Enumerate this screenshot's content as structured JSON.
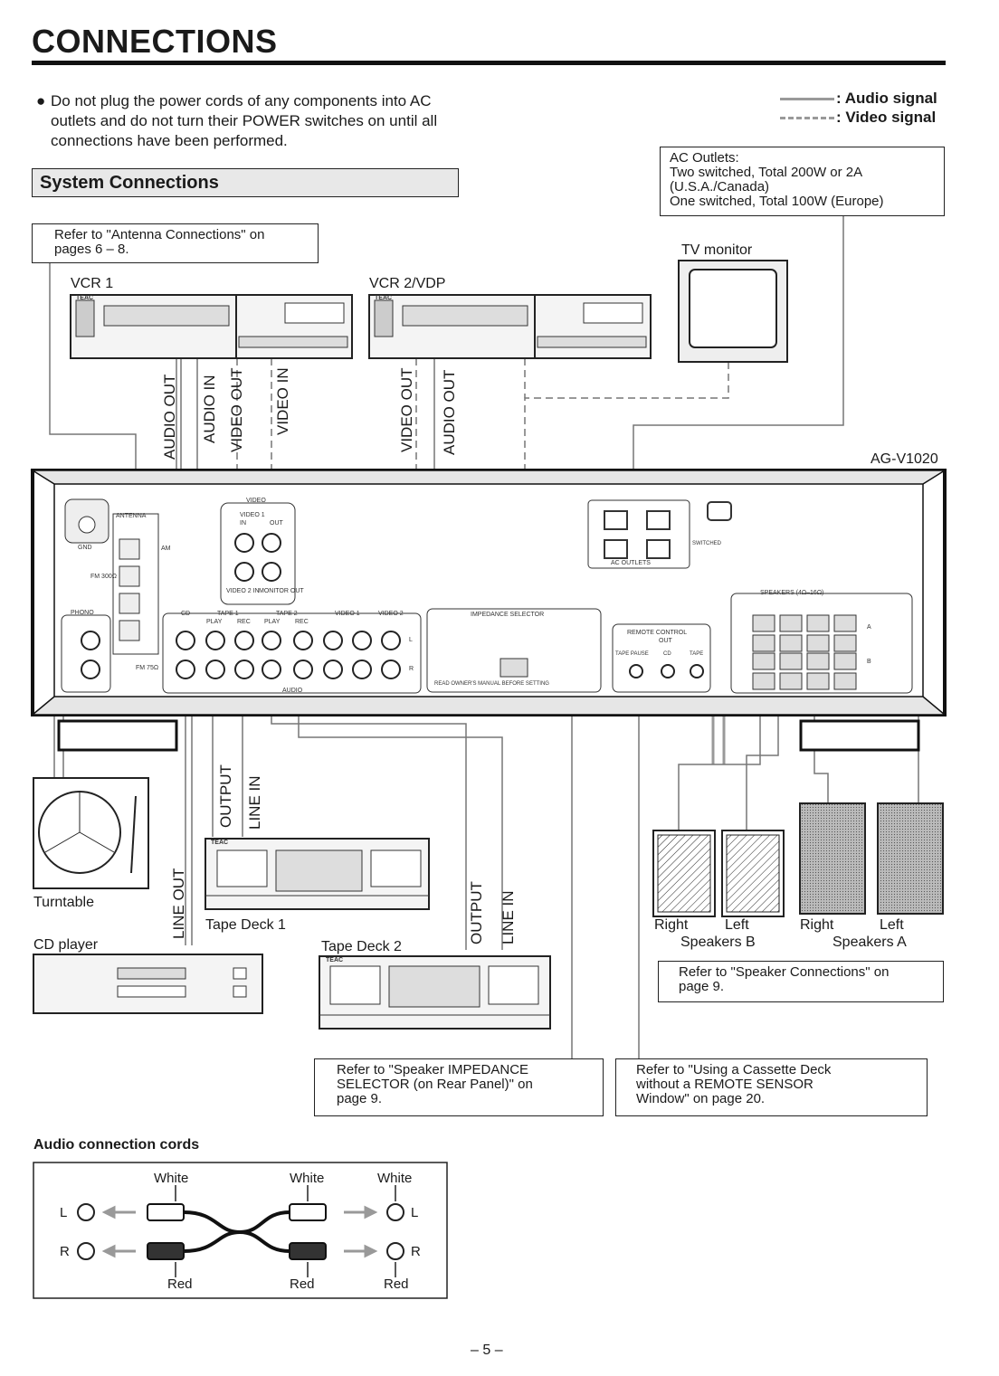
{
  "page": {
    "title": "CONNECTIONS",
    "page_number": "– 5 –"
  },
  "note": {
    "bullet": "●",
    "text": "Do not plug the power cords of any components into AC outlets and do not turn their POWER switches on until all connections have been performed."
  },
  "legend": {
    "audio": ": Audio signal",
    "video": ": Video signal"
  },
  "section_title": "System Connections",
  "callouts": {
    "ac_outlets": [
      "AC Outlets:",
      "Two switched, Total 200W or 2A",
      "(U.S.A./Canada)",
      "One switched, Total 100W (Europe)"
    ],
    "antenna": [
      "Refer to \"Antenna Connections\" on",
      "pages 6 – 8."
    ],
    "speaker_conn": [
      "Refer to \"Speaker Connections\" on",
      "page 9."
    ],
    "impedance": [
      "Refer to \"Speaker IMPEDANCE",
      "SELECTOR (on Rear Panel)\" on",
      "page 9."
    ],
    "cassette": [
      "Refer to \"Using a Cassette Deck",
      "without a REMOTE SENSOR",
      "Window\" on page 20."
    ]
  },
  "devices": {
    "vcr1": "VCR 1",
    "vcr2": "VCR 2/VDP",
    "tv": "TV monitor",
    "model": "AG-V1020",
    "turntable": "Turntable",
    "cd": "CD player",
    "tape1": "Tape Deck 1",
    "tape2": "Tape Deck 2",
    "brand": "TEAC"
  },
  "cable_labels": {
    "vcr1": [
      "AUDIO OUT",
      "AUDIO IN",
      "VIDEO OUT",
      "VIDEO IN"
    ],
    "vcr2": [
      "VIDEO OUT",
      "AUDIO OUT"
    ],
    "tape1": [
      "OUTPUT",
      "LINE IN"
    ],
    "cd": "LINE OUT",
    "tape2": [
      "OUTPUT",
      "LINE IN"
    ]
  },
  "panel": {
    "antenna": "ANTENNA",
    "am": "AM",
    "fm": "FM 300Ω",
    "fm75": "FM 75Ω",
    "gnd": "GND",
    "phono": "PHONO",
    "video": "VIDEO",
    "video1": "VIDEO 1",
    "in": "IN",
    "out": "OUT",
    "video2_in": "VIDEO 2 IN",
    "monitor_out": "MONITOR OUT",
    "cd": "CD",
    "tape1": "TAPE 1",
    "tape2": "TAPE 2",
    "video1_bot": "VIDEO 1",
    "video2_bot": "VIDEO 2",
    "play": "PLAY",
    "rec": "REC",
    "audio": "AUDIO",
    "l": "L",
    "r": "R",
    "impedance": "IMPEDANCE SELECTOR",
    "read_manual": "READ OWNER'S MANUAL BEFORE SETTING",
    "remote": "REMOTE CONTROL",
    "remote_out": "OUT",
    "tape_pause": "TAPE PAUSE",
    "remote_cd": "CD",
    "remote_tape": "TAPE",
    "ac_outlets": "AC OUTLETS",
    "switched": "SWITCHED",
    "speakers": "SPEAKERS (4Ω–16Ω)",
    "a": "A",
    "b": "B"
  },
  "speakers": {
    "right_b": "Right",
    "left_b": "Left",
    "group_b": "Speakers B",
    "right_a": "Right",
    "left_a": "Left",
    "group_a": "Speakers A"
  },
  "audio_cords": {
    "heading": "Audio connection cords",
    "white": "White",
    "red": "Red",
    "l": "L",
    "r": "R"
  }
}
